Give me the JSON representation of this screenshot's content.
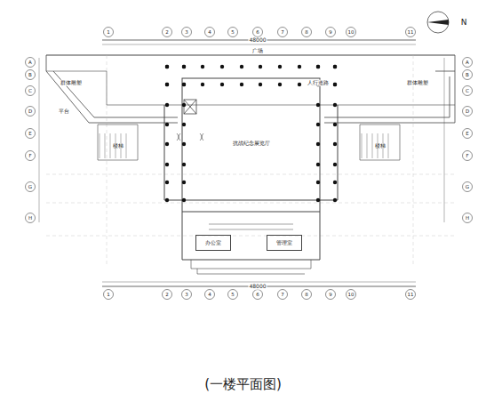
{
  "diagram": {
    "caption": "(一楼平面图)",
    "nodes": [
      {
        "text": [
          "抗战纪念展览厅"
        ]
      },
      {
        "text": [
          "楼梯"
        ]
      },
      {
        "text": [
          "楼梯"
        ]
      },
      {
        "text": [
          "办公室"
        ]
      },
      {
        "text": [
          "管理室"
        ]
      }
    ],
    "labels": [
      "N",
      "广场",
      "人行道路",
      "群体雕塑",
      "群体雕塑",
      "平台",
      "48000",
      "48000",
      "1",
      "2",
      "3",
      "4",
      "5",
      "6",
      "7",
      "8",
      "9",
      "10",
      "11",
      "1",
      "2",
      "3",
      "4",
      "5",
      "6",
      "7",
      "8",
      "9",
      "10",
      "11",
      "A",
      "B",
      "C",
      "D",
      "E",
      "F",
      "G",
      "H",
      "A",
      "B",
      "C",
      "D",
      "E",
      "F",
      "G",
      "H"
    ]
  }
}
